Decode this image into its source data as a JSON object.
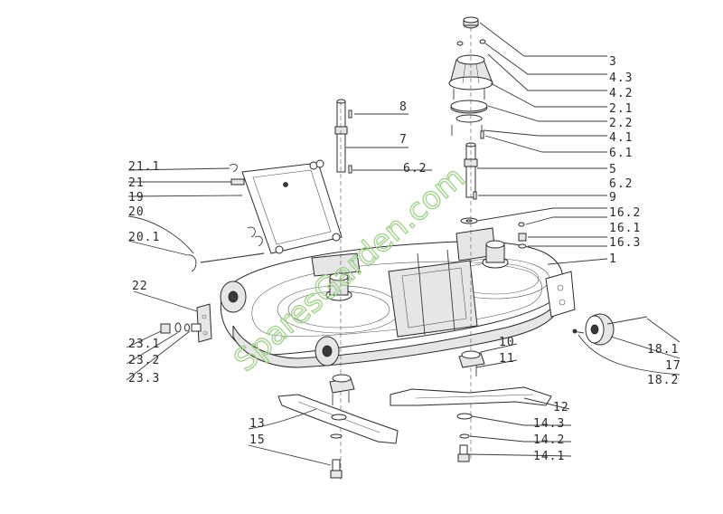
{
  "watermark": "SparesGarden.com",
  "callouts": [
    {
      "id": "c3",
      "label": "3"
    },
    {
      "id": "c4_3",
      "label": "4.3"
    },
    {
      "id": "c4_2",
      "label": "4.2"
    },
    {
      "id": "c2_1",
      "label": "2.1"
    },
    {
      "id": "c2_2",
      "label": "2.2"
    },
    {
      "id": "c4_1",
      "label": "4.1"
    },
    {
      "id": "c6_1",
      "label": "6.1"
    },
    {
      "id": "c5",
      "label": "5"
    },
    {
      "id": "c6_2r",
      "label": "6.2"
    },
    {
      "id": "c9",
      "label": "9"
    },
    {
      "id": "c16_2",
      "label": "16.2"
    },
    {
      "id": "c16_1",
      "label": "16.1"
    },
    {
      "id": "c16_3",
      "label": "16.3"
    },
    {
      "id": "c1",
      "label": "1"
    },
    {
      "id": "c8",
      "label": "8"
    },
    {
      "id": "c7",
      "label": "7"
    },
    {
      "id": "c6_2l",
      "label": "6.2"
    },
    {
      "id": "c21_1",
      "label": "21.1"
    },
    {
      "id": "c21",
      "label": "21"
    },
    {
      "id": "c19",
      "label": "19"
    },
    {
      "id": "c20",
      "label": "20"
    },
    {
      "id": "c20_1",
      "label": "20.1"
    },
    {
      "id": "c22",
      "label": "22"
    },
    {
      "id": "c23_1",
      "label": "23.1"
    },
    {
      "id": "c23_2",
      "label": "23.2"
    },
    {
      "id": "c23_3",
      "label": "23.3"
    },
    {
      "id": "c10",
      "label": "10"
    },
    {
      "id": "c11",
      "label": "11"
    },
    {
      "id": "c12",
      "label": "12"
    },
    {
      "id": "c14_3",
      "label": "14.3"
    },
    {
      "id": "c14_2",
      "label": "14.2"
    },
    {
      "id": "c14_1",
      "label": "14.1"
    },
    {
      "id": "c13",
      "label": "13"
    },
    {
      "id": "c15",
      "label": "15"
    },
    {
      "id": "c18_1",
      "label": "18.1"
    },
    {
      "id": "c17",
      "label": "17"
    },
    {
      "id": "c18_2",
      "label": "18.2"
    }
  ]
}
